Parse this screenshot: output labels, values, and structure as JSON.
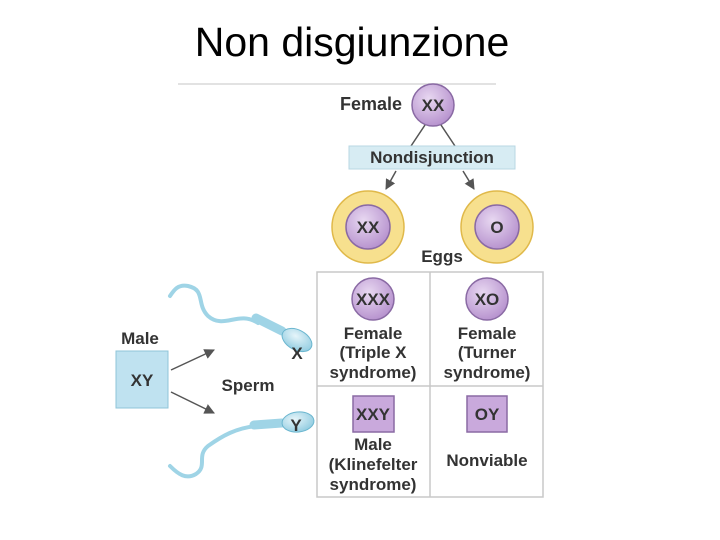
{
  "title": "Non disgiunzione",
  "colors": {
    "purple_fill": "#c9a9dc",
    "purple_stroke": "#8a6aa4",
    "egg_ring": "#f7e08e",
    "egg_ring_stroke": "#e0b94a",
    "male_box": "#bfe2f0",
    "band": "#d7ecf3",
    "sperm": "#9fd4e6",
    "text": "#333333"
  },
  "female": {
    "label": "Female",
    "genotype": "XX"
  },
  "nondisjunction_label": "Nondisjunction",
  "eggs": {
    "label": "Eggs",
    "left": "XX",
    "right": "O"
  },
  "male": {
    "label": "Male",
    "genotype": "XY"
  },
  "sperm": {
    "label": "Sperm",
    "top": "X",
    "bottom": "Y"
  },
  "grid": {
    "top_left": {
      "genotype": "XXX",
      "line1": "Female",
      "line2": "(Triple X",
      "line3": "syndrome)"
    },
    "top_right": {
      "genotype": "XO",
      "line1": "Female",
      "line2": "(Turner",
      "line3": "syndrome)"
    },
    "bottom_left": {
      "genotype": "XXY",
      "line1": "Male",
      "line2": "(Klinefelter",
      "line3": "syndrome)"
    },
    "bottom_right": {
      "genotype": "OY",
      "line1": "Nonviable"
    }
  }
}
